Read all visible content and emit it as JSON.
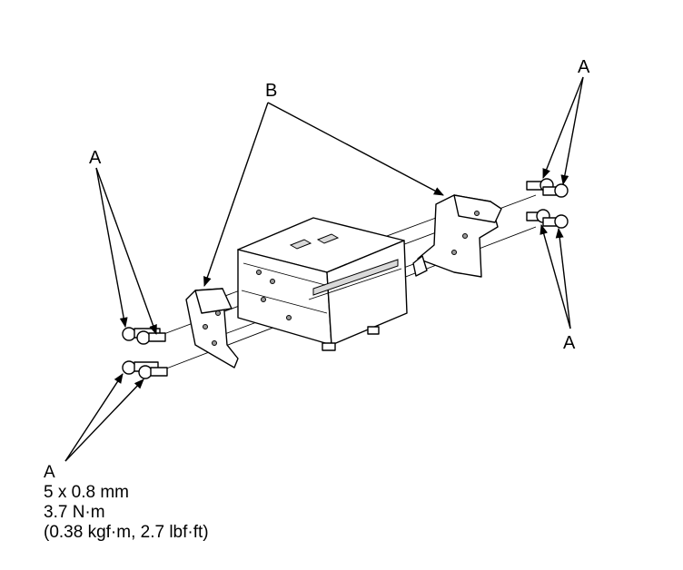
{
  "labels": {
    "a": "A",
    "b": "B"
  },
  "spec": {
    "label": "A",
    "size": "5 x 0.8 mm",
    "torque": "3.7 N·m",
    "torque_alt": "(0.38 kgf·m, 2.7 lbf·ft)"
  },
  "icons": {
    "bolt": "bolt-icon",
    "arrow": "arrow-icon"
  }
}
